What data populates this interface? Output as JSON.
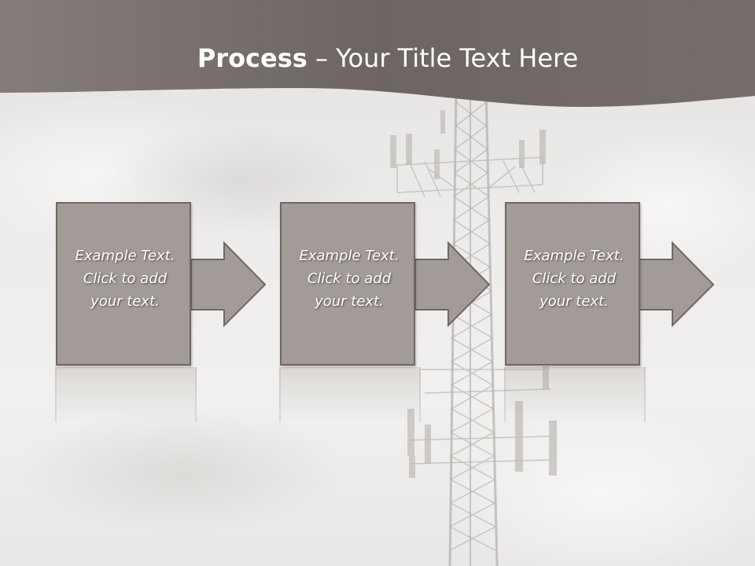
{
  "slide": {
    "title_bold": "Process",
    "title_rest": " – Your Title Text Here",
    "steps": [
      {
        "line1": "Example Text.",
        "line2": "Click  to add",
        "line3": "your text."
      },
      {
        "line1": "Example Text.",
        "line2": "Click  to add",
        "line3": "your text."
      },
      {
        "line1": "Example Text.",
        "line2": "Click  to add",
        "line3": "your text."
      }
    ]
  },
  "colors": {
    "header_band": "#7a716d",
    "box_fill": "#a39b98",
    "box_border": "#6e6866",
    "text": "#ffffff",
    "background": "#ebe9e7"
  }
}
